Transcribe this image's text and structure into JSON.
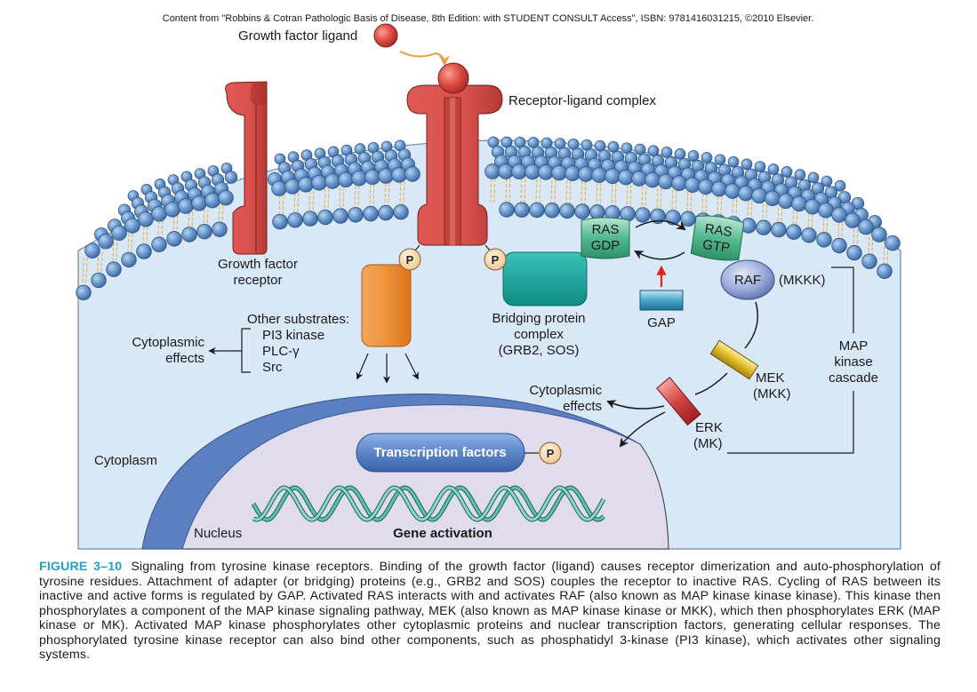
{
  "header": {
    "source_line": "Content from \"Robbins & Cotran Pathologic Basis of Disease, 8th Edition: with STUDENT CONSULT Access\", ISBN: 9781416031215, ©2010 Elsevier."
  },
  "diagram": {
    "labels": {
      "growth_factor_ligand": "Growth factor ligand",
      "receptor_ligand_complex": "Receptor-ligand complex",
      "growth_factor_receptor_1": "Growth factor",
      "growth_factor_receptor_2": "receptor",
      "other_substrates": "Other substrates:",
      "substrate_1": "PI3 kinase",
      "substrate_2": "PLC-γ",
      "substrate_3": "Src",
      "cyto_effects_left_1": "Cytoplasmic",
      "cyto_effects_left_2": "effects",
      "bridging_1": "Bridging protein",
      "bridging_2": "complex",
      "bridging_3": "(GRB2, SOS)",
      "ras_gdp_1": "RAS",
      "ras_gdp_2": "GDP",
      "ras_gtp_1": "RAS",
      "ras_gtp_2": "GTP",
      "gap": "GAP",
      "raf": "RAF",
      "mkkk": "(MKKK)",
      "mek_1": "MEK",
      "mek_2": "(MKK)",
      "erk_1": "ERK",
      "erk_2": "(MK)",
      "map_cascade_1": "MAP",
      "map_cascade_2": "kinase",
      "map_cascade_3": "cascade",
      "cyto_effects_right_1": "Cytoplasmic",
      "cyto_effects_right_2": "effects",
      "cytoplasm": "Cytoplasm",
      "nucleus": "Nucleus",
      "transcription_factors": "Transcription factors",
      "gene_activation": "Gene activation",
      "phospho": "P"
    },
    "colors": {
      "cytoplasm": "#d9e8f6",
      "nucleus": "#e0dcec",
      "nuclear_envelope": "#5b7fc0",
      "receptor": "#d9514c",
      "lipid_head": "#5f8fc6",
      "lipid_tail": "#e8b45a",
      "substrate_box": "#f0923a",
      "bridging_box": "#15a49a",
      "ras": "#3fae86",
      "gap": "#2f8fb0",
      "raf": "#8a9fd4",
      "mek": "#d8b21e",
      "erk": "#c9383b",
      "tf": "#5b86c8",
      "phospho": "#f7d6a8",
      "dna": "#2e9a8c",
      "gap_arrow": "#e0201c",
      "ligand_arrow": "#e8a040"
    }
  },
  "caption": {
    "figure_number": "FIGURE 3–10",
    "text": "Signaling from tyrosine kinase receptors. Binding of the growth factor (ligand) causes receptor dimerization and auto-phosphorylation of tyrosine residues. Attachment of adapter (or bridging) proteins (e.g., GRB2 and SOS) couples the receptor to inactive RAS. Cycling of RAS between its inactive and active forms is regulated by GAP. Activated RAS interacts with and activates RAF (also known as MAP kinase kinase kinase). This kinase then phosphorylates a component of the MAP kinase signaling pathway, MEK (also known as MAP kinase kinase or MKK), which then phosphorylates ERK (MAP kinase or MK). Activated MAP kinase phosphorylates other cytoplasmic proteins and nuclear transcription factors, generating cellular responses. The phosphorylated tyrosine kinase receptor can also bind other components, such as phosphatidyl 3-kinase (PI3 kinase), which activates other signaling systems."
  }
}
